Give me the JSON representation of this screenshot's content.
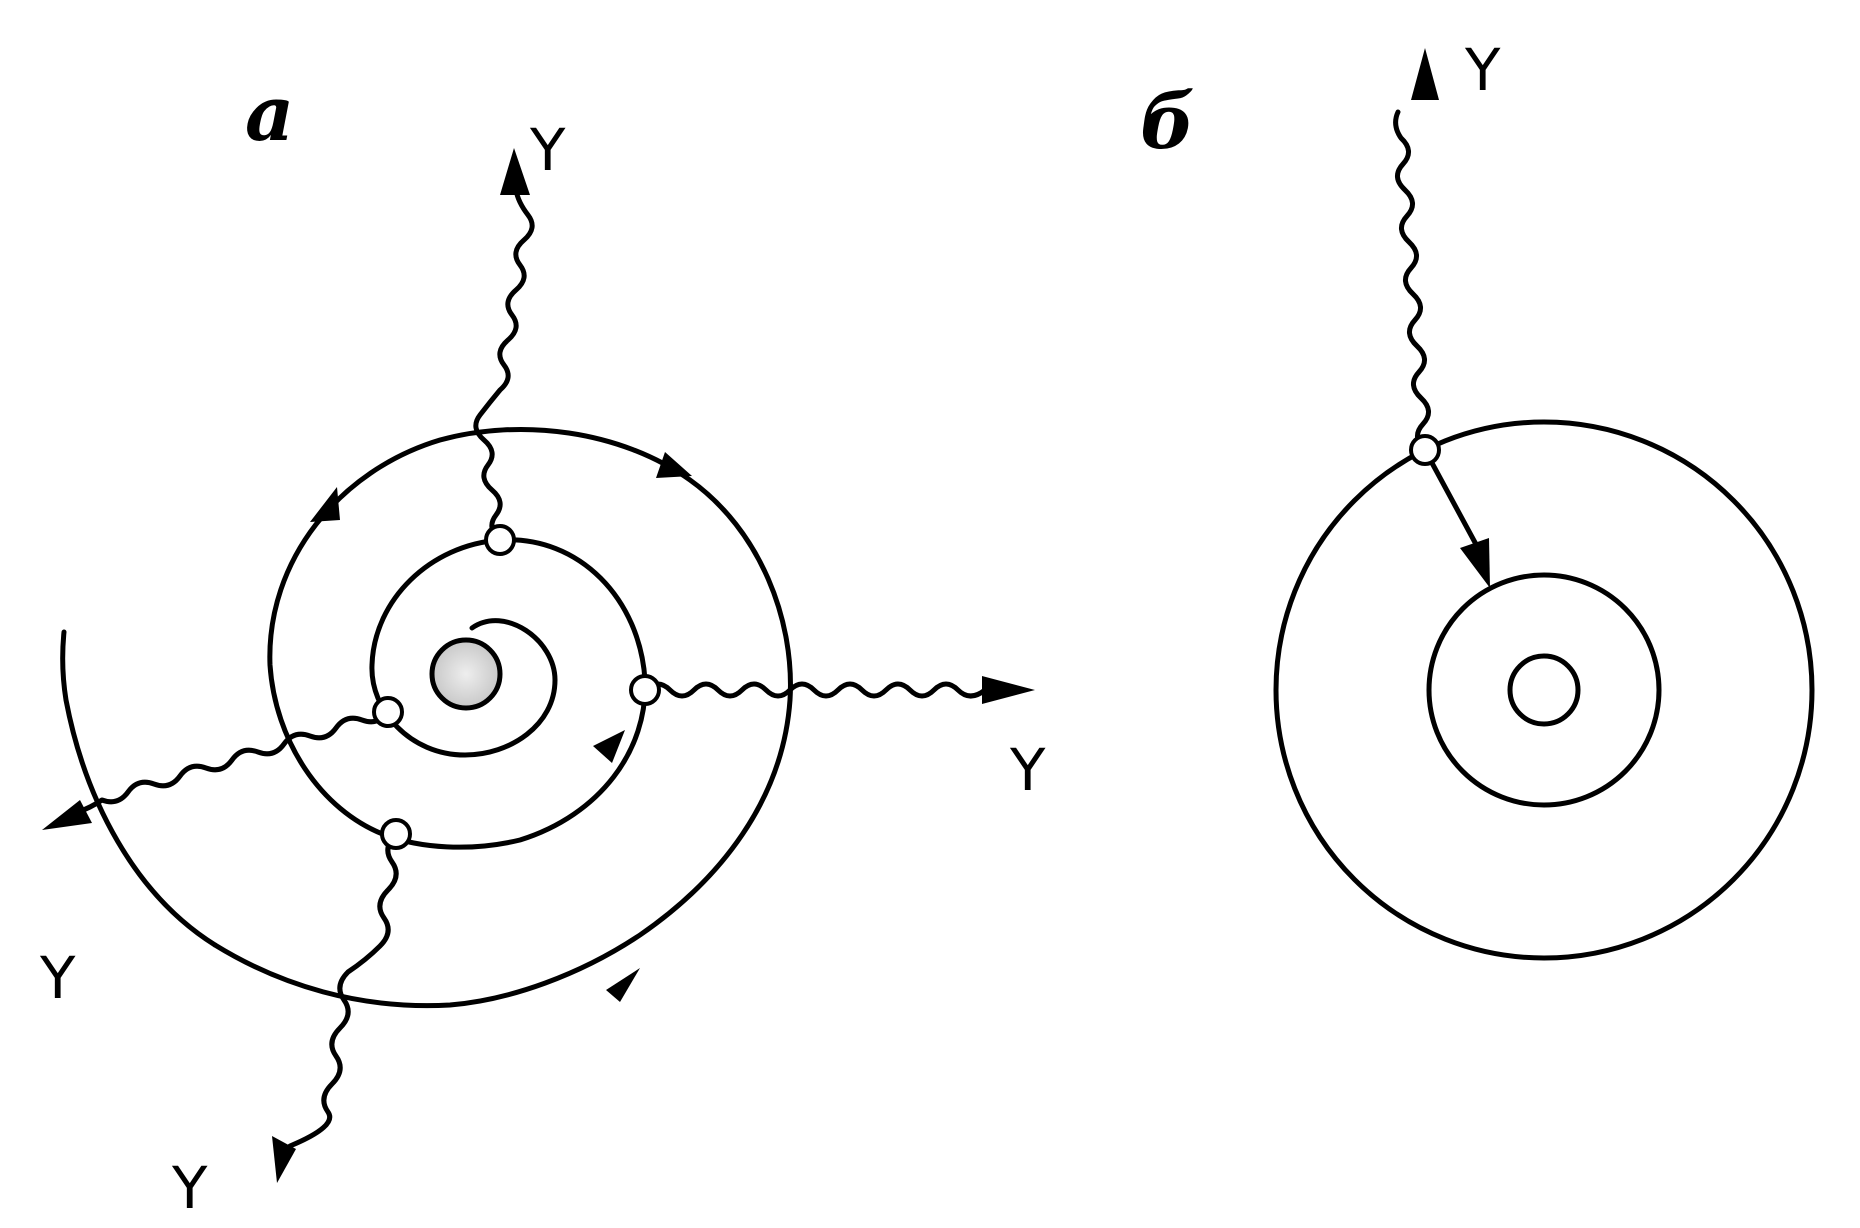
{
  "panels": [
    {
      "id": "a",
      "label": "а"
    },
    {
      "id": "b",
      "label": "б"
    }
  ],
  "photon_symbol": "Y",
  "colors": {
    "ink": "#000000",
    "background": "#ffffff",
    "nucleus_fill": "#d8d8d8"
  }
}
